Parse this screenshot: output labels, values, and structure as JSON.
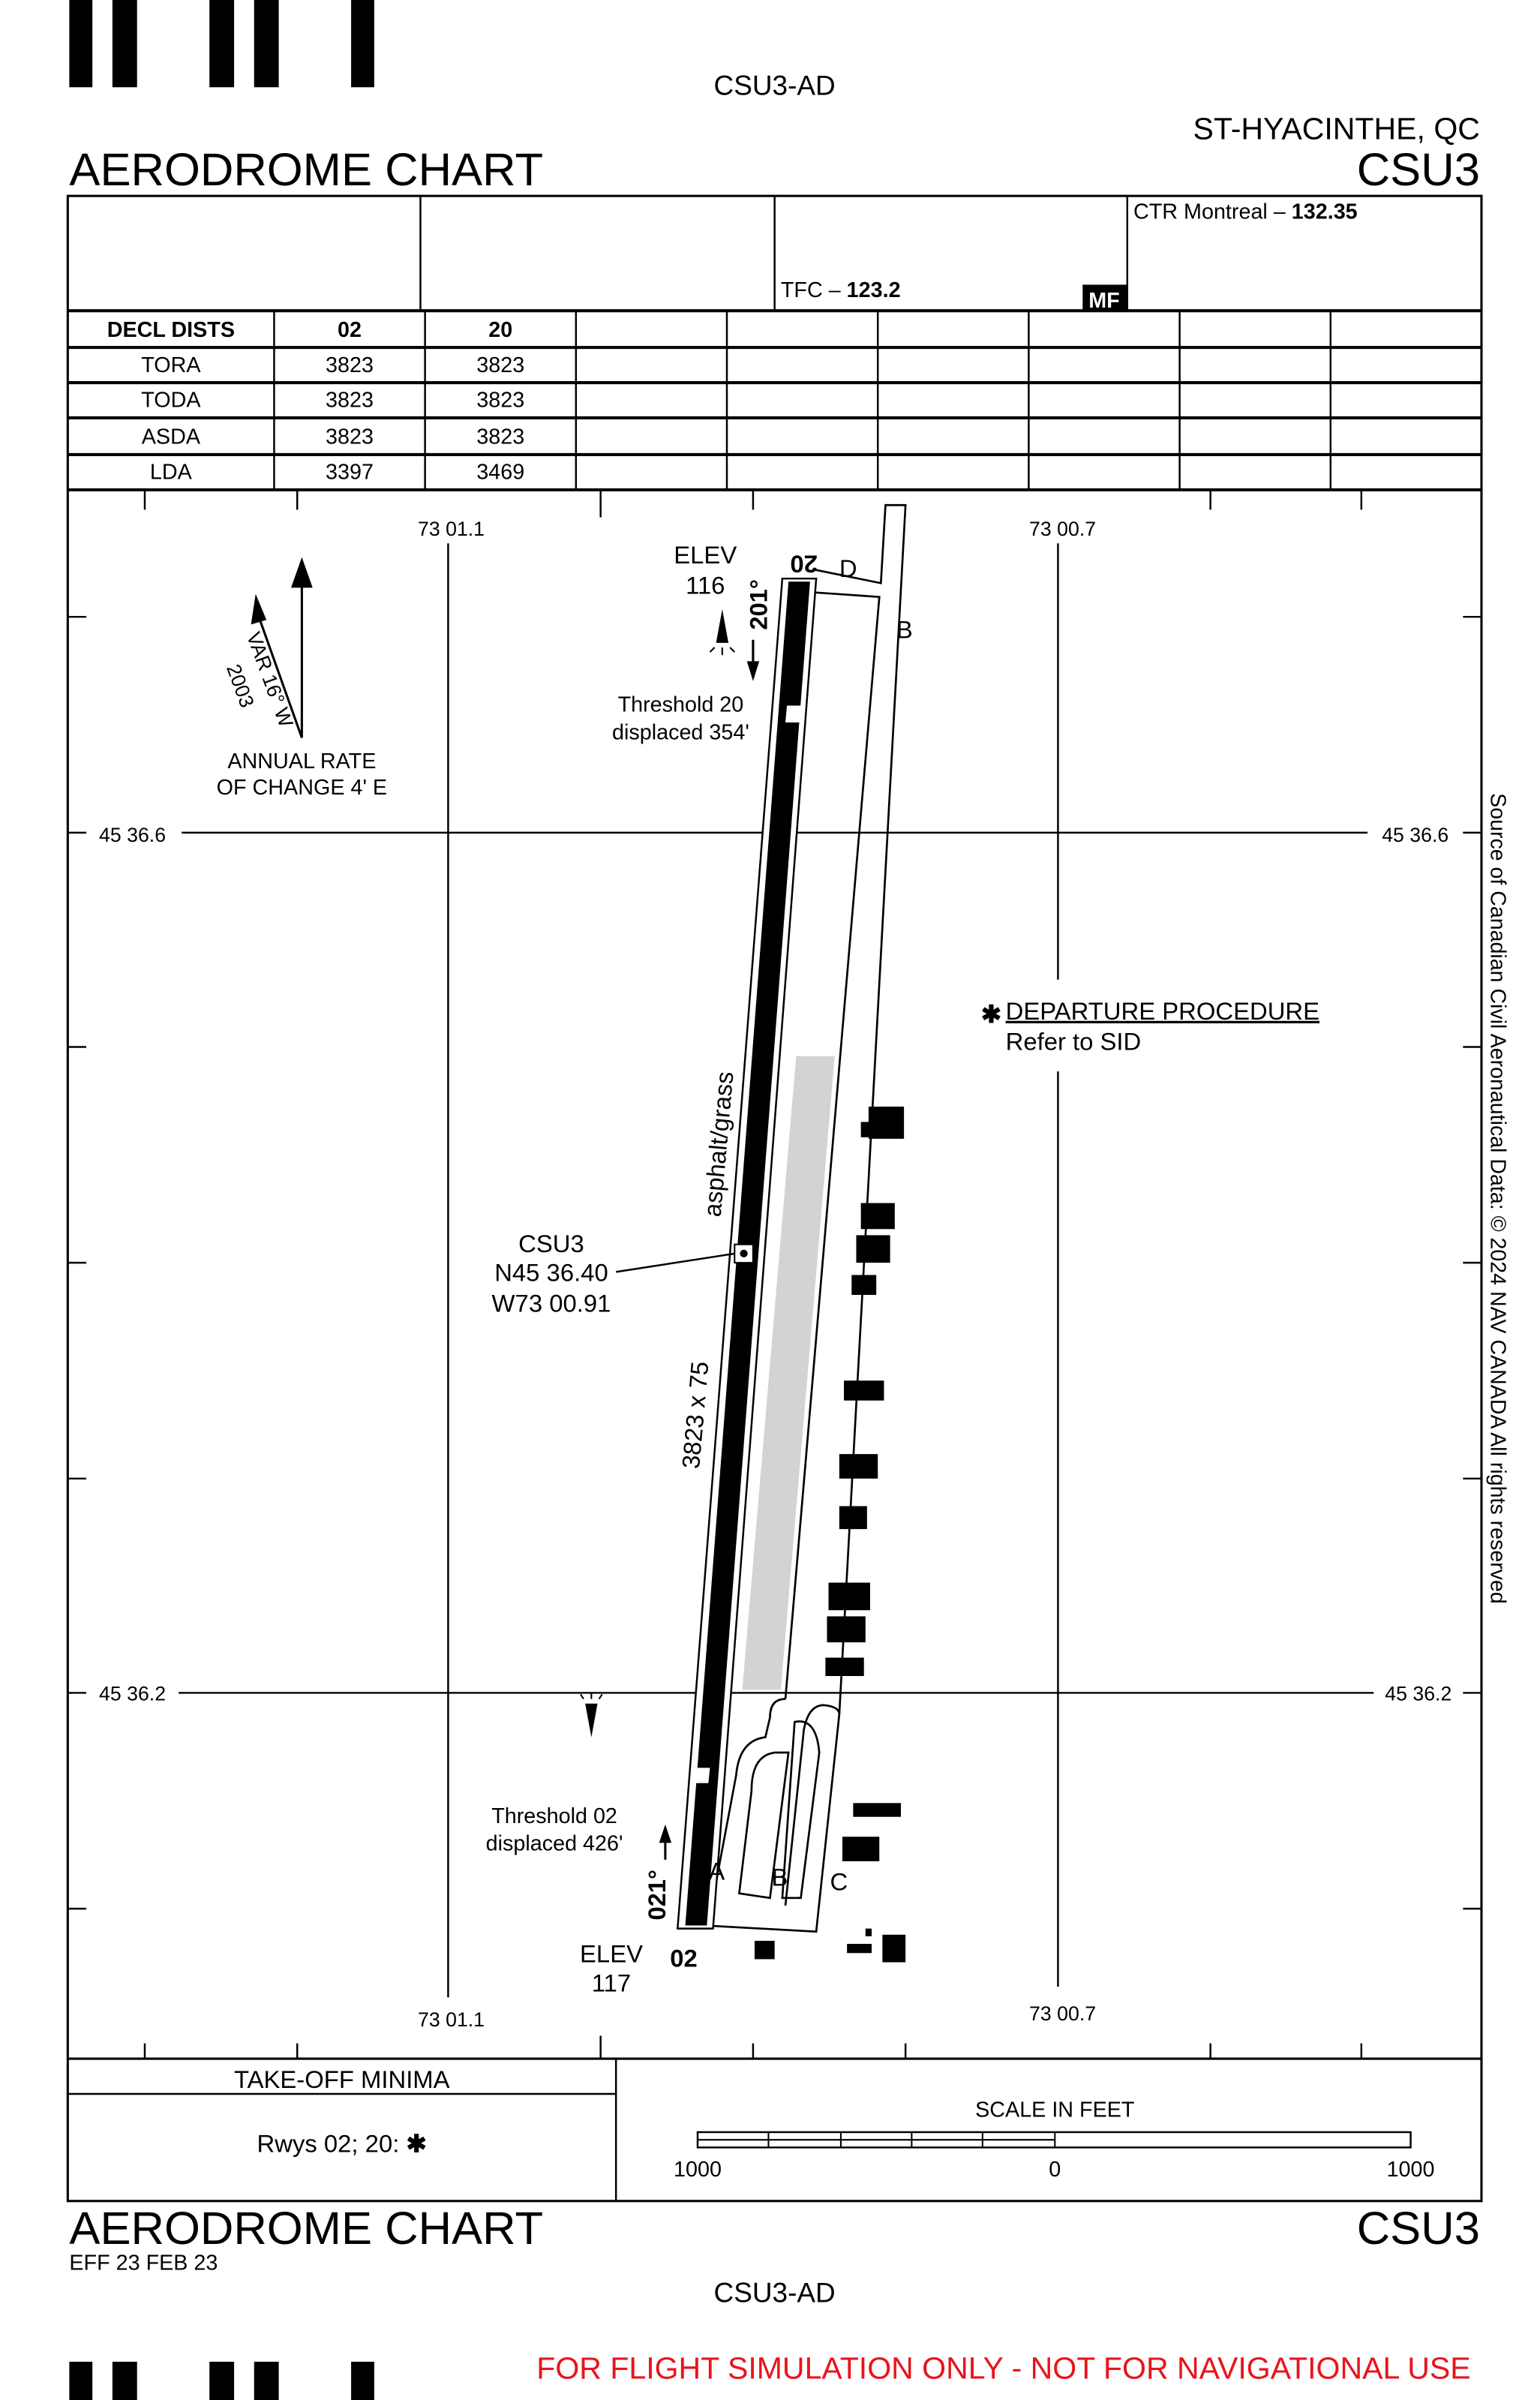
{
  "header": {
    "doc_id": "CSU3-AD",
    "location": "ST-HYACINTHE, QC",
    "chart_title": "AERODROME CHART",
    "ident": "CSU3"
  },
  "comms": {
    "tfc_label": "TFC –",
    "tfc_freq": "123.2",
    "mf_badge": "MF",
    "ctr_label": "CTR Montreal –",
    "ctr_freq": "132.35"
  },
  "decl_dists": {
    "headers": [
      "DECL DISTS",
      "02",
      "20"
    ],
    "rows": [
      {
        "label": "TORA",
        "r02": "3823",
        "r20": "3823"
      },
      {
        "label": "TODA",
        "r02": "3823",
        "r20": "3823"
      },
      {
        "label": "ASDA",
        "r02": "3823",
        "r20": "3823"
      },
      {
        "label": "LDA",
        "r02": "3397",
        "r20": "3469"
      }
    ]
  },
  "map": {
    "lon_west": "73 01.1",
    "lon_east": "73 00.7",
    "lat_north": "45 36.6",
    "lat_south": "45 36.2",
    "variation": "VAR 16° W",
    "variation_year": "2003",
    "annual_rate_1": "ANNUAL RATE",
    "annual_rate_2": "OF CHANGE 4' E",
    "elev_label": "ELEV",
    "elev_20": "116",
    "elev_02": "117",
    "rwy_20": "20",
    "rwy_02": "02",
    "hdg_20": "201°",
    "hdg_02": "021°",
    "thr20_1": "Threshold 20",
    "thr20_2": "displaced 354'",
    "thr02_1": "Threshold 02",
    "thr02_2": "displaced 426'",
    "surface": "asphalt/grass",
    "dimensions": "3823 x 75",
    "arp_ident": "CSU3",
    "arp_lat": "N45 36.40",
    "arp_lon": "W73 00.91",
    "departure_title": "DEPARTURE PROCEDURE",
    "departure_text": "Refer to SID",
    "star": "✱",
    "taxiways": [
      "A",
      "B",
      "C",
      "D",
      "B"
    ],
    "source": "Source of Canadian Civil Aeronautical Data: © 2024 NAV CANADA All rights reserved"
  },
  "footer": {
    "takeoff_title": "TAKE-OFF MINIMA",
    "takeoff_text": "Rwys 02; 20:",
    "scale_title": "SCALE IN FEET",
    "scale_labels": [
      "1000",
      "0",
      "1000"
    ],
    "chart_title": "AERODROME CHART",
    "effective": "EFF 23 FEB 23",
    "ident": "CSU3",
    "doc_id": "CSU3-AD",
    "disclaimer": "FOR FLIGHT SIMULATION ONLY - NOT FOR NAVIGATIONAL USE",
    "disclaimer_color": "#e8141c"
  }
}
